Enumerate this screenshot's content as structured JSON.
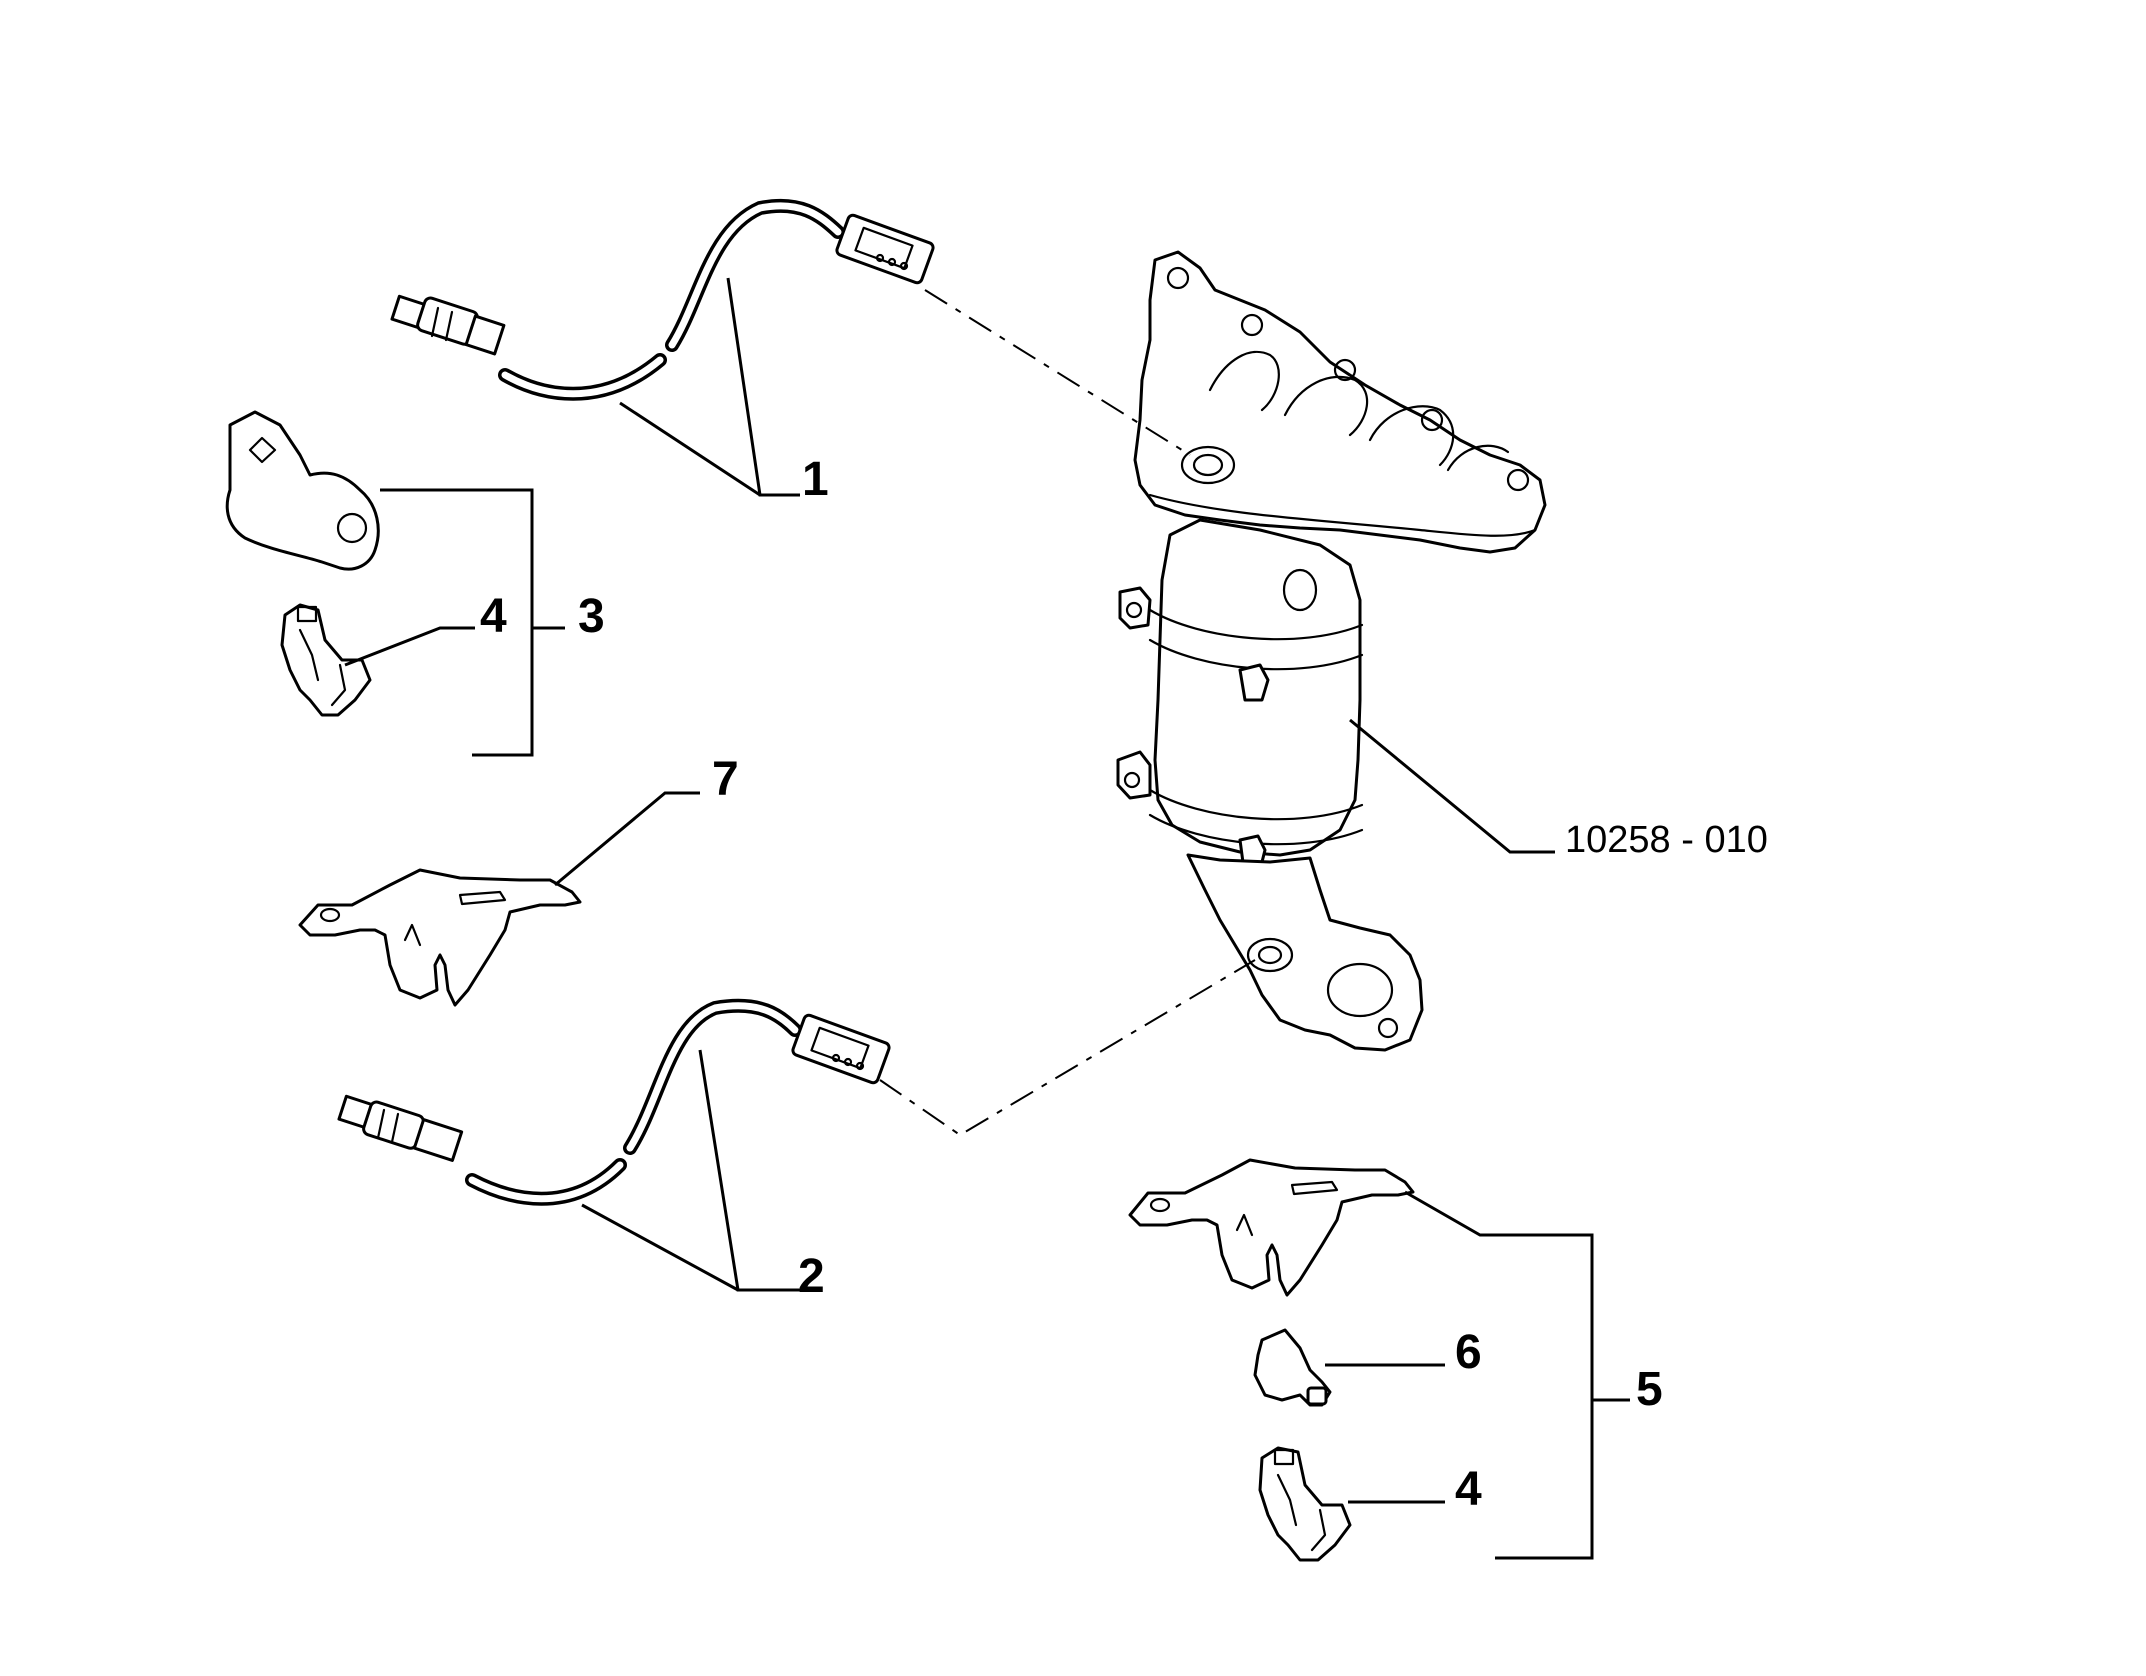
{
  "callouts": {
    "c1": "1",
    "c2": "2",
    "c3": "3",
    "c4a": "4",
    "c4b": "4",
    "c5": "5",
    "c6": "6",
    "c7": "7"
  },
  "reference_code": "10258 - 010",
  "colors": {
    "line": "#000000",
    "background": "#ffffff"
  }
}
